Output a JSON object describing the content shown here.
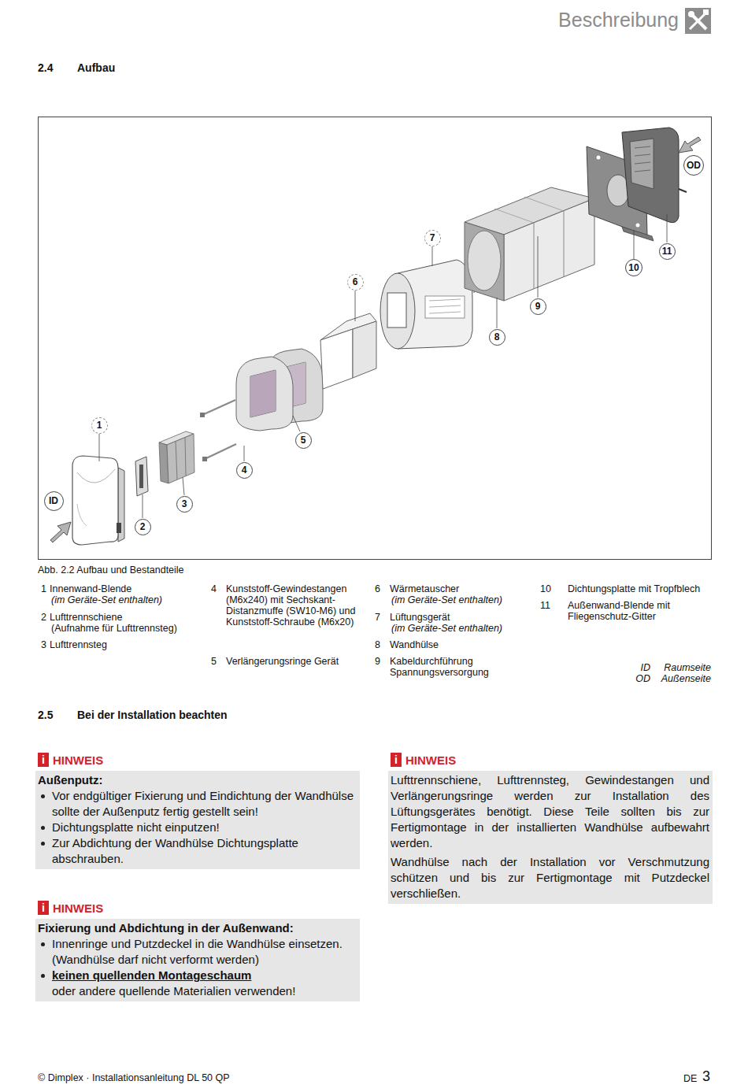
{
  "diagram": {
    "title": "Aufbau",
    "caption": "Abb. 2.2 Aufbau und Bestandteile",
    "nodes": [
      {
        "text": [
          "OD"
        ]
      },
      {
        "text": [
          "11"
        ]
      },
      {
        "text": [
          "10"
        ]
      },
      {
        "text": [
          "7"
        ]
      },
      {
        "text": [
          "6"
        ]
      },
      {
        "text": [
          "9"
        ]
      },
      {
        "text": [
          "8"
        ]
      },
      {
        "text": [
          "1"
        ]
      },
      {
        "text": [
          "5"
        ]
      },
      {
        "text": [
          "4"
        ]
      },
      {
        "text": [
          "ID"
        ]
      },
      {
        "text": [
          "3"
        ]
      },
      {
        "text": [
          "2"
        ]
      },
      {
        "text": [
          "i",
          "HINWEIS",
          "Außenputz:",
          "Vor endgültiger Fixierung und Eindichtung der Wandhülse sollte der Außenputz fertig gestellt sein!",
          "Dichtungsplatte nicht einputzen!",
          "Zur Abdichtung der Wandhülse Dichtungsplatte abschrauben."
        ]
      },
      {
        "text": [
          "i",
          "HINWEIS",
          "Lufttrennschiene, Lufttrennsteg, Gewindestangen und Verlängerungsringe werden zur Installation des Lüftungsgerätes benötigt. Diese Teile sollten bis zur Fertigmontage in der installierten Wandhülse aufbewahrt werden.",
          "Wandhülse nach der Installation vor Verschmutzung schützen und bis zur Fertigmontage mit Putzdeckel verschließen."
        ]
      },
      {
        "text": [
          "i",
          "HINWEIS",
          "Fixierung und Abdichtung in der Außenwand:",
          "Innenringe und Putzdeckel in die Wandhülse einsetzen. (Wandhülse darf nicht verformt werden)",
          "keinen quellenden Montageschaum",
          "oder andere quellende Materialien verwenden!"
        ]
      }
    ],
    "labels": [
      "Beschreibung",
      "2.4",
      "1",
      "Innenwand-Blende",
      "(im Geräte-Set enthalten)",
      "2",
      "Lufttrennschiene",
      "(Aufnahme für Lufttrennsteg)",
      "3",
      "Lufttrennsteg",
      "4",
      "Kunststoff-Gewindestangen (M6x240) mit Sechskant-Distanzmuffe (SW10-M6) und Kunststoff-Schraube (M6x20)",
      "5",
      "Verlängerungsringe Gerät",
      "6",
      "Wärmetauscher",
      "(im Geräte-Set enthalten)",
      "7",
      "Lüftungsgerät",
      "(im Geräte-Set enthalten)",
      "8",
      "Wandhülse",
      "9",
      "Kabeldurchführung Spannungsversorgung",
      "10",
      "Dichtungsplatte mit Tropfblech",
      "11",
      "Außenwand-Blende mit Fliegenschutz-Gitter",
      "ID",
      "Raumseite",
      "OD",
      "Außenseite",
      "2.5",
      "Bei der Installation beachten",
      "© Dimplex · Installationsanleitung DL 50 QP",
      "DE",
      "3"
    ]
  }
}
